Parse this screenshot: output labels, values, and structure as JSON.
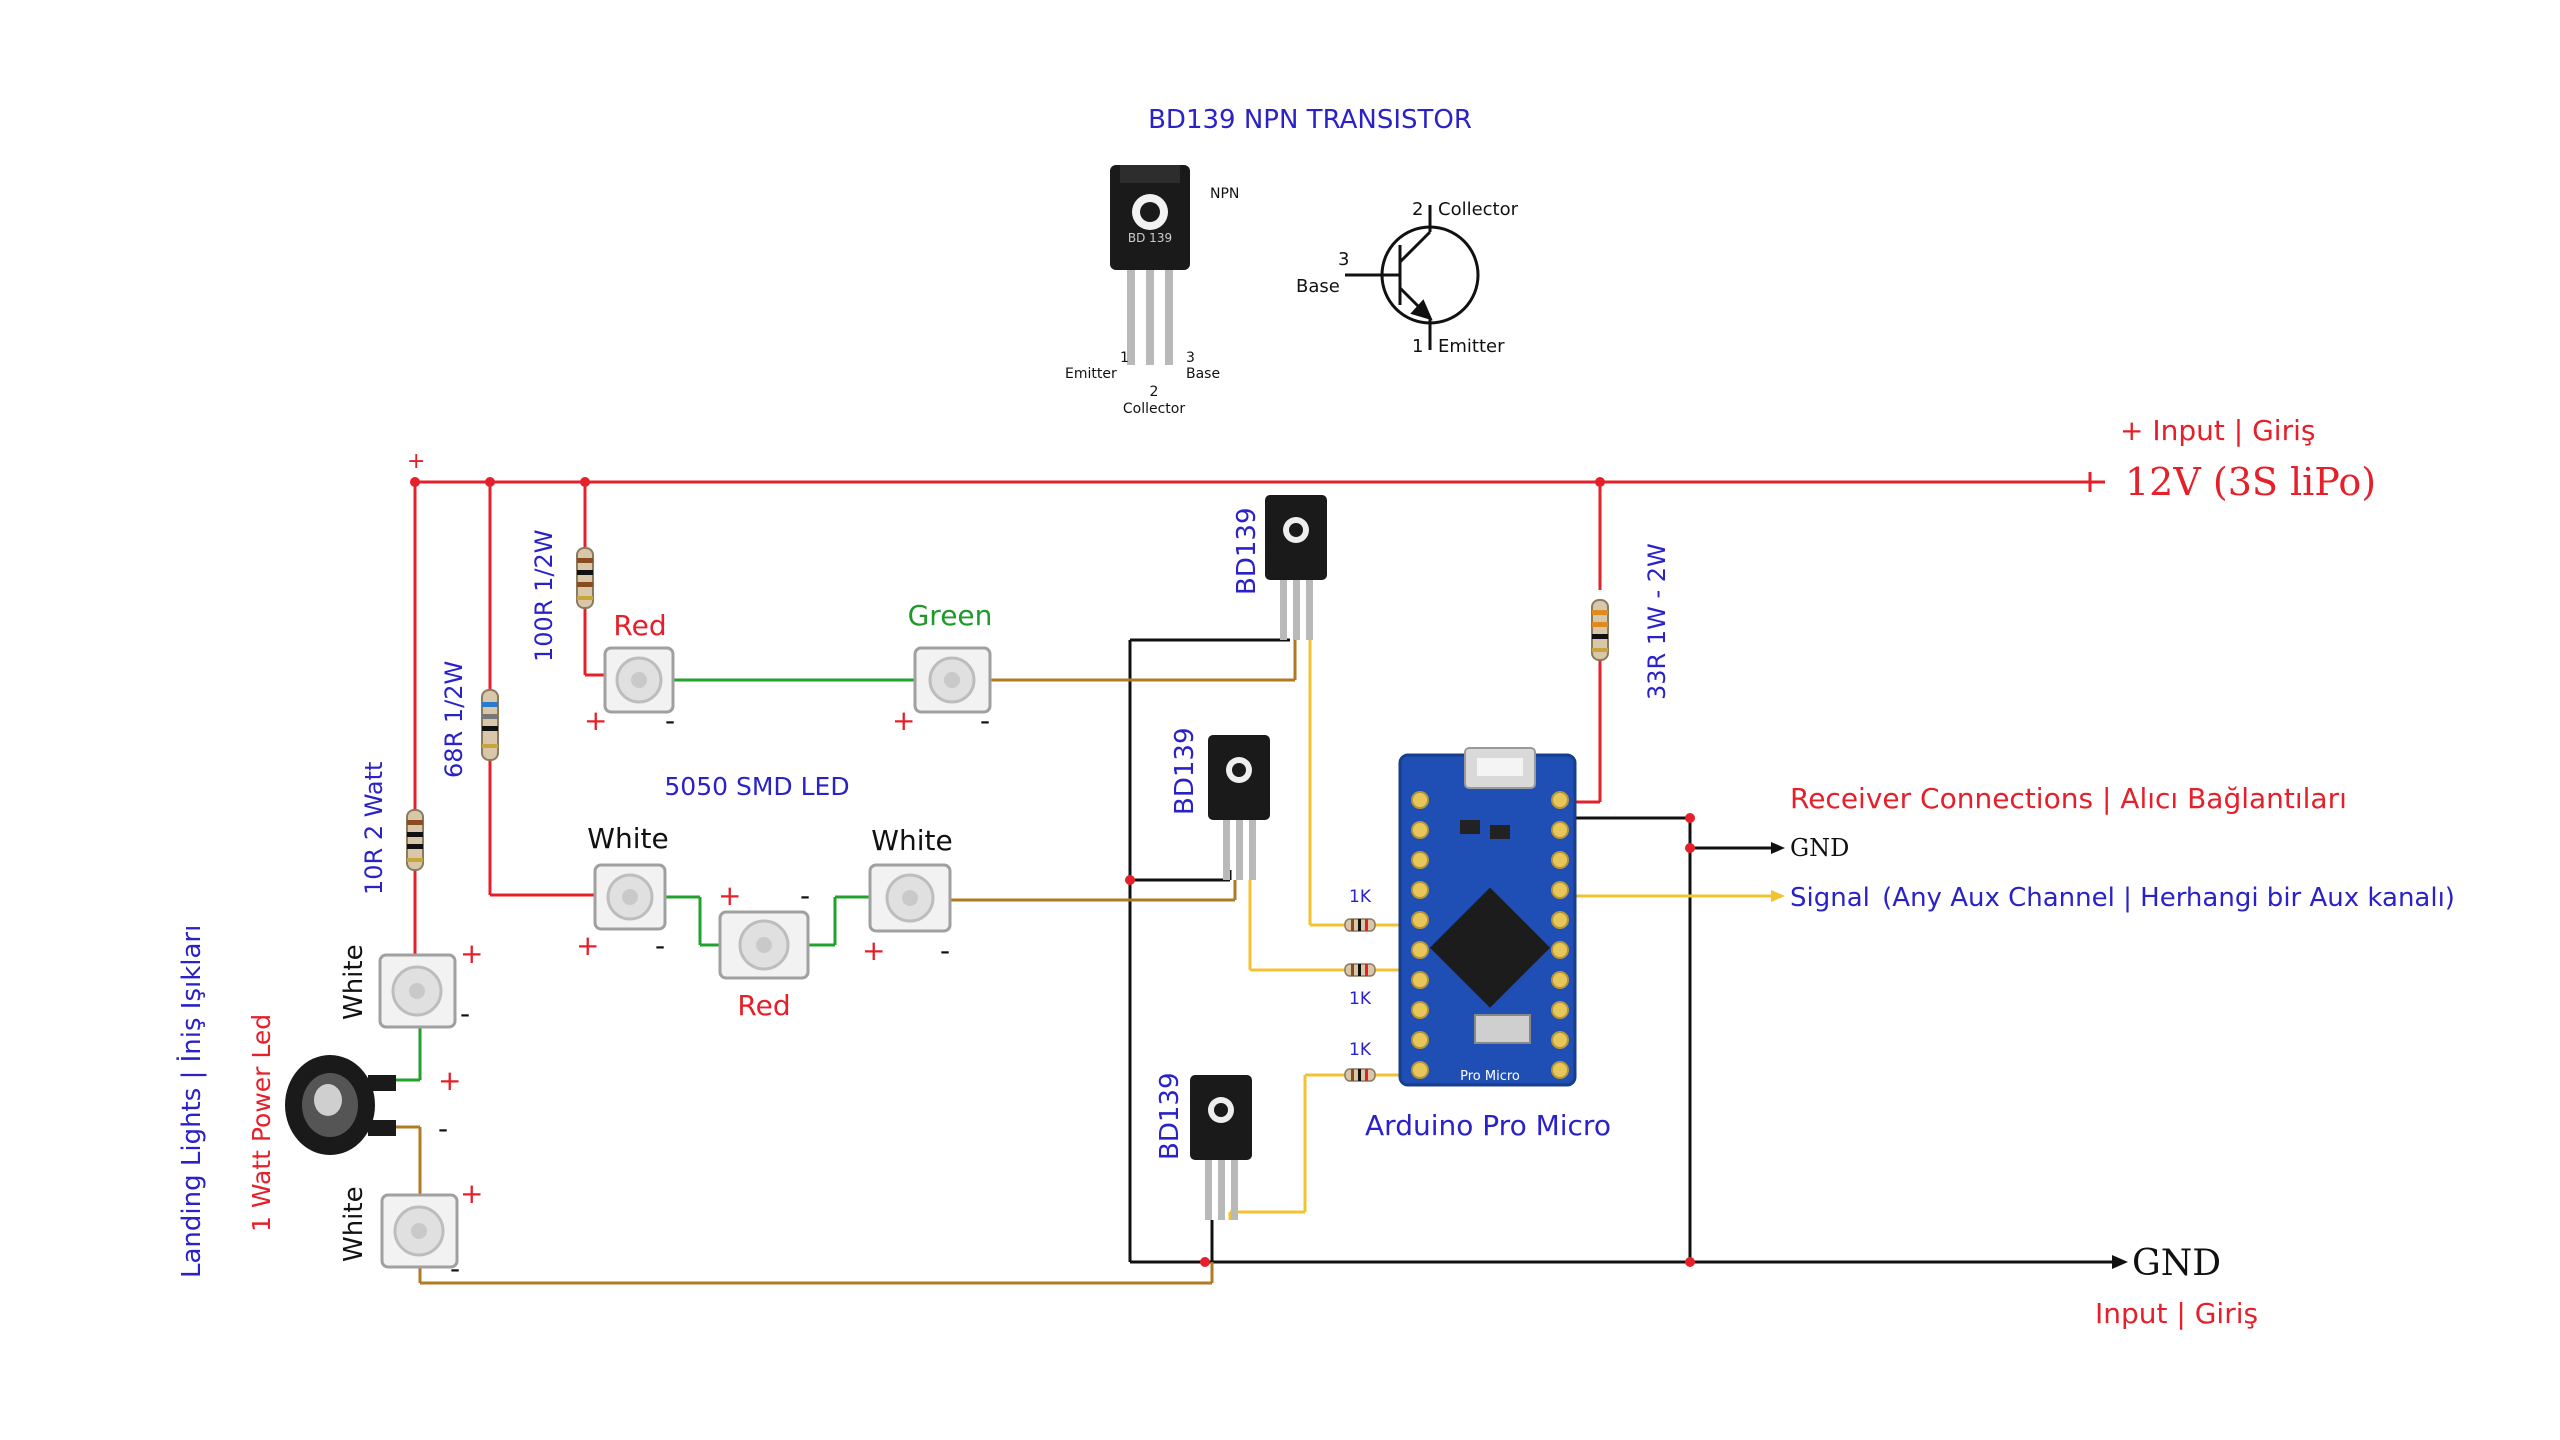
{
  "colors": {
    "power_wire": "#e5202a",
    "gnd_wire": "#111111",
    "green_wire": "#22a12c",
    "brown_wire": "#b07a22",
    "signal_wire": "#f2c230",
    "label_blue": "#2a22c8",
    "label_red": "#e5202a",
    "label_green": "#1e9a2a",
    "board_blue": "#1f4fb5"
  },
  "transistor_ref": {
    "title": "BD139 NPN TRANSISTOR",
    "npn": "NPN",
    "part_marking": "BD 139",
    "pin1": "1",
    "pin2": "2",
    "pin3": "3",
    "emitter": "Emitter",
    "collector": "Collector",
    "base": "Base"
  },
  "power_input": {
    "plus_label": "+   Input | Giriş",
    "voltage": "12V (3S liPo)",
    "rail_plus": "+"
  },
  "ground_input": {
    "gnd": "GND",
    "label": "Input | Giriş"
  },
  "receiver": {
    "title": "Receiver Connections | Alıcı Bağlantıları",
    "gnd": "GND",
    "signal": "Signal",
    "signal_note": "(Any Aux Channel | Herhangi bir Aux kanalı)"
  },
  "resistors": {
    "r_100": "100R 1/2W",
    "r_68": "68R 1/2W",
    "r_10": "10R 2 Watt",
    "r_33": "33R 1W - 2W",
    "r_1k_a": "1K",
    "r_1k_b": "1K",
    "r_1k_c": "1K"
  },
  "transistors": {
    "q1": "BD139",
    "q2": "BD139",
    "q3": "BD139"
  },
  "leds": {
    "red_top": "Red",
    "green_top": "Green",
    "smd_label": "5050 SMD LED",
    "white_left": "White",
    "white_right": "White",
    "red_mid": "Red",
    "white_upper": "White",
    "white_lower": "White",
    "power_led": "1 Watt Power Led",
    "landing": "Landing Lights | İniş Işıkları",
    "plus": "+",
    "minus": "-"
  },
  "board": {
    "name": "Arduino Pro Micro",
    "silk": "Pro Micro"
  }
}
